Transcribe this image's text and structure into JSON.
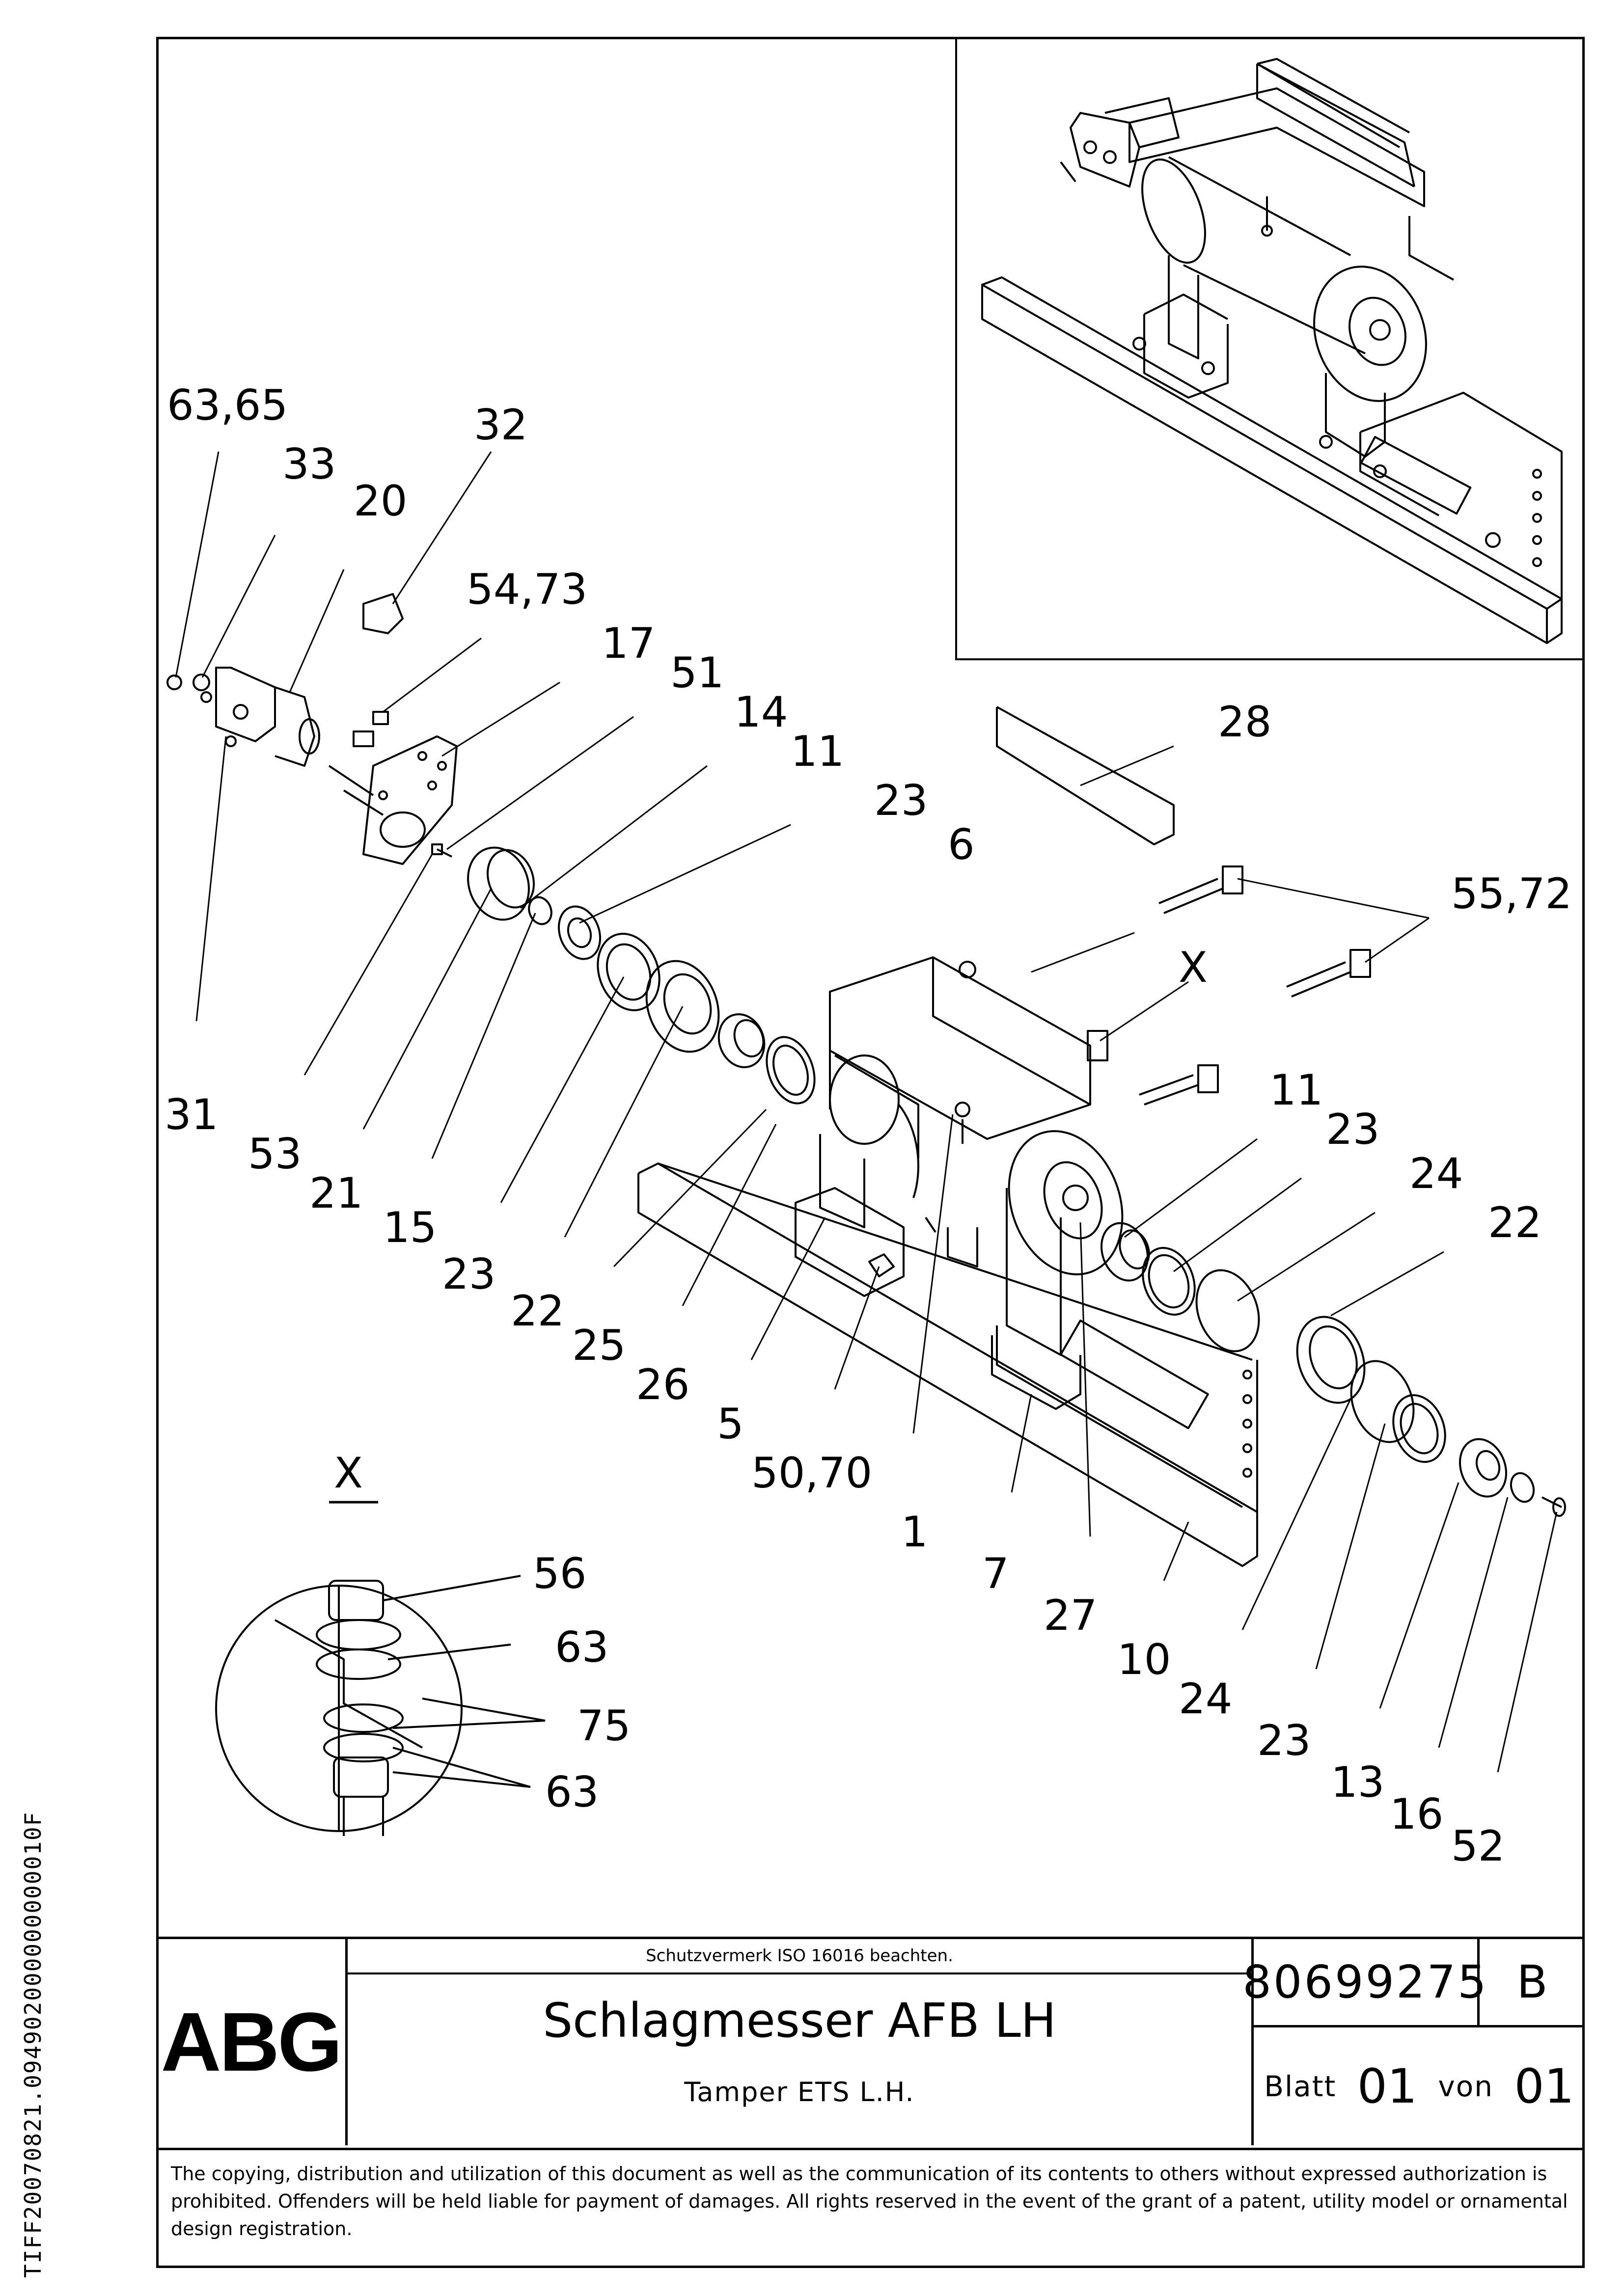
{
  "side_code": "TIFF20070821.094902000000000010F",
  "callouts": {
    "c63_65": "63,65",
    "c33": "33",
    "c20": "20",
    "c32": "32",
    "c54_73": "54,73",
    "c17": "17",
    "c51": "51",
    "c14": "14",
    "c11a": "11",
    "c23a": "23",
    "c6": "6",
    "c28": "28",
    "c55_72": "55,72",
    "cX": "X",
    "c11b": "11",
    "c23b": "23",
    "c24a": "24",
    "c22a": "22",
    "c31": "31",
    "c53": "53",
    "c21": "21",
    "c15": "15",
    "c23c": "23",
    "c22b": "22",
    "c25": "25",
    "c26": "26",
    "c5": "5",
    "c50_70": "50,70",
    "c1": "1",
    "c7": "7",
    "c27": "27",
    "c10": "10",
    "c24b": "24",
    "c23d": "23",
    "c13": "13",
    "c16": "16",
    "c52": "52"
  },
  "detail": {
    "label": "X",
    "c56": "56",
    "c63a": "63",
    "c75": "75",
    "c63b": "63"
  },
  "title_block": {
    "logo": "ABG",
    "notice": "Schutzvermerk ISO 16016 beachten.",
    "title": "Schlagmesser AFB LH",
    "subtitle": "Tamper ETS L.H.",
    "doc_number": "80699275",
    "revision": "B",
    "sheet_label": "Blatt",
    "sheet_number": "01",
    "of_label": "von",
    "sheet_total": "01"
  },
  "footer": "The copying, distribution and utilization of this document as well as the communication of its contents to others without expressed authorization is prohibited. Offenders will be held liable for payment of damages. All rights reserved in the event of the grant of a patent, utility model or ornamental design registration."
}
